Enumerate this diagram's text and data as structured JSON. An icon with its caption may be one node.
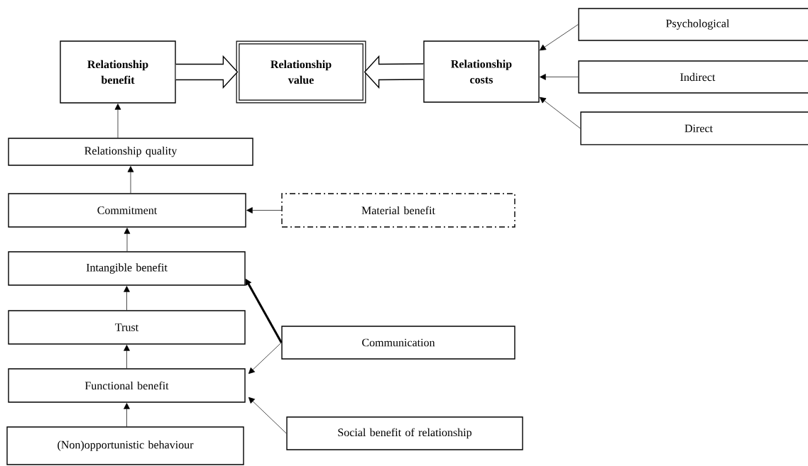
{
  "diagram": {
    "nodes": [
      {
        "text": [
          "Relationship benefit"
        ]
      },
      {
        "text": [
          "Relationship value"
        ]
      },
      {
        "text": [
          "Relationship costs"
        ]
      },
      {
        "text": [
          "Psychological"
        ]
      },
      {
        "text": [
          "Indirect"
        ]
      },
      {
        "text": [
          "Direct"
        ]
      },
      {
        "text": [
          "Relationship quality"
        ]
      },
      {
        "text": [
          "Commitment"
        ]
      },
      {
        "text": [
          "Material benefit"
        ]
      },
      {
        "text": [
          "Intangible benefit"
        ]
      },
      {
        "text": [
          "Trust"
        ]
      },
      {
        "text": [
          "Communication"
        ]
      },
      {
        "text": [
          "Functional benefit"
        ]
      },
      {
        "text": [
          "Social benefit of relationship"
        ]
      },
      {
        "text": [
          "(Non)opportunistic behaviour"
        ]
      }
    ],
    "edges": [
      {
        "from": 0,
        "to": 1,
        "arrow": "to"
      },
      {
        "from": 2,
        "to": 1,
        "arrow": "to"
      },
      {
        "from": 3,
        "to": 2,
        "arrow": "to"
      },
      {
        "from": 4,
        "to": 2,
        "arrow": "to"
      },
      {
        "from": 5,
        "to": 2,
        "arrow": "to"
      },
      {
        "from": 6,
        "to": 0,
        "arrow": "to"
      },
      {
        "from": 7,
        "to": 6,
        "arrow": "to"
      },
      {
        "from": 8,
        "to": 7,
        "arrow": "to"
      },
      {
        "from": 9,
        "to": 7,
        "arrow": "to"
      },
      {
        "from": 10,
        "to": 9,
        "arrow": "to"
      },
      {
        "from": 12,
        "to": 10,
        "arrow": "to"
      },
      {
        "from": 14,
        "to": 12,
        "arrow": "to"
      },
      {
        "from": 11,
        "to": 9,
        "arrow": "to",
        "style": "thick"
      },
      {
        "from": 11,
        "to": 12,
        "arrow": "to"
      },
      {
        "from": 13,
        "to": 12,
        "arrow": "to"
      }
    ]
  }
}
